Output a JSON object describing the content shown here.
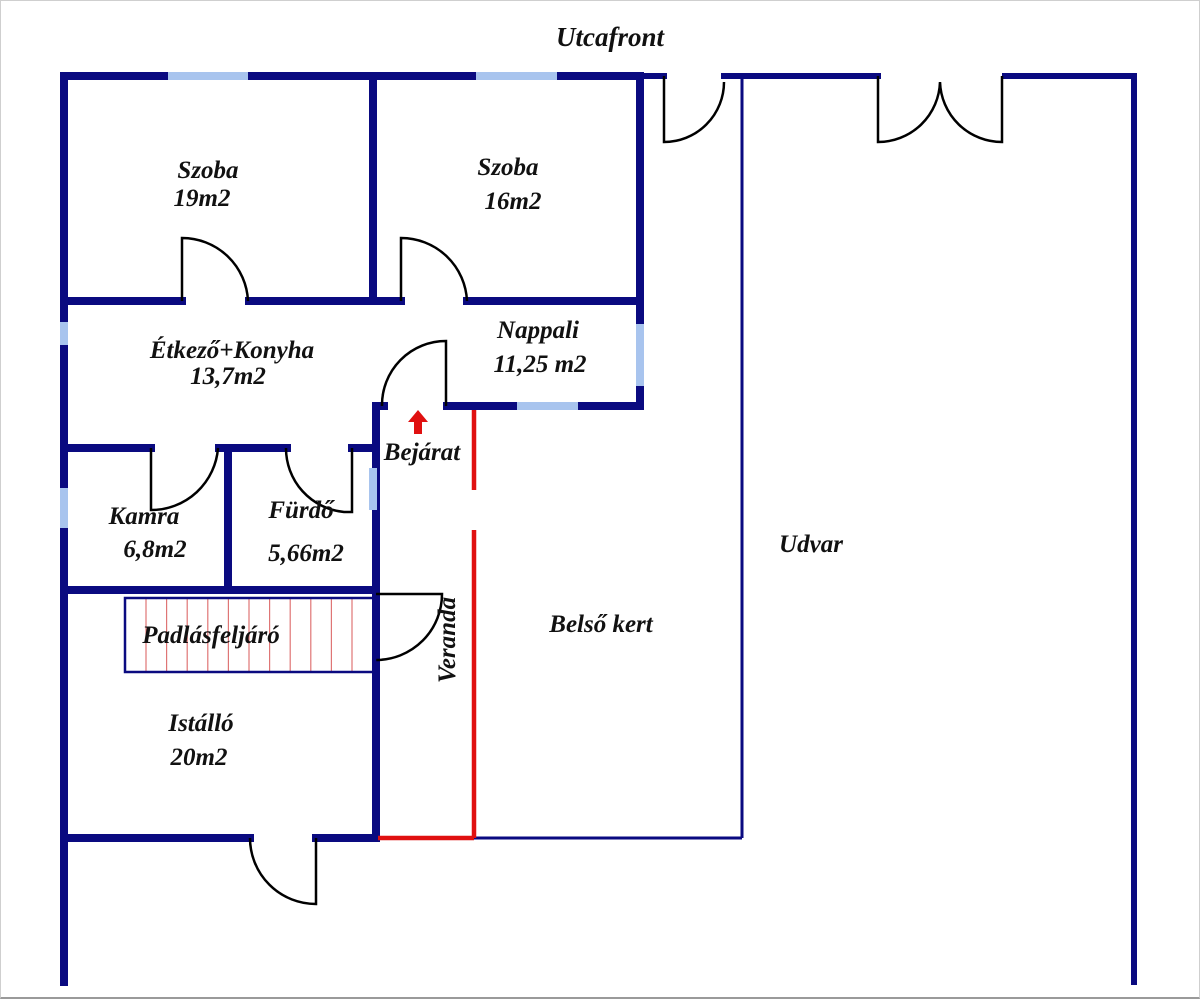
{
  "plan": {
    "street_label": "Utcafront",
    "colors": {
      "wall": "#0a0a80",
      "window": "#a8c4ee",
      "door": "#000000",
      "veranda": "#e01010",
      "entrance_arrow": "#e01010"
    },
    "rooms": [
      {
        "id": "szoba-1",
        "name": "Szoba",
        "area": "19m2"
      },
      {
        "id": "szoba-2",
        "name": "Szoba",
        "area": "16m2"
      },
      {
        "id": "etkezo-konyha",
        "name": "Étkező+Konyha",
        "area": "13,7m2"
      },
      {
        "id": "nappali",
        "name": "Nappali",
        "area": "11,25 m2"
      },
      {
        "id": "kamra",
        "name": "Kamra",
        "area": "6,8m2"
      },
      {
        "id": "furdo",
        "name": "Fürdő",
        "area": "5,66m2"
      },
      {
        "id": "istallo",
        "name": "Istálló",
        "area": "20m2"
      }
    ],
    "areas": {
      "entrance": "Bejárat",
      "stairs": "Padlásfeljáró",
      "veranda": "Veranda",
      "inner_garden": "Belső kert",
      "yard": "Udvar"
    },
    "stair_steps": 11
  }
}
